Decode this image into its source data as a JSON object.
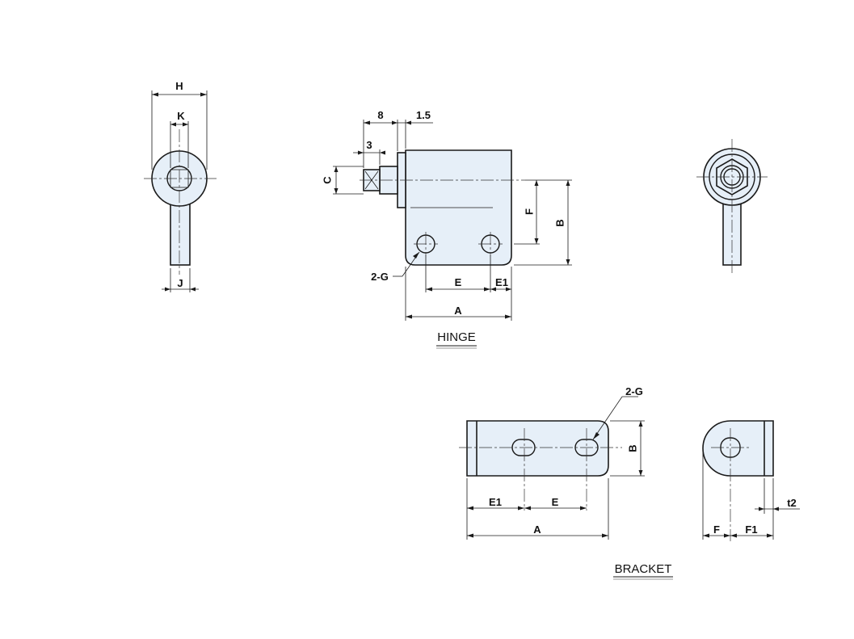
{
  "colors": {
    "part_fill": "#e6eff8",
    "line": "#1a1a1a",
    "title_underline": "#9a9a9a"
  },
  "views": {
    "hinge": {
      "title": "HINGE",
      "dims": {
        "H": "H",
        "K": "K",
        "J": "J",
        "d8": "8",
        "d15": "1.5",
        "d3": "3",
        "C": "C",
        "F": "F",
        "B": "B",
        "G": "2-G",
        "E": "E",
        "E1": "E1",
        "A": "A"
      }
    },
    "bracket": {
      "title": "BRACKET",
      "dims": {
        "G": "2-G",
        "B": "B",
        "E1": "E1",
        "E": "E",
        "A": "A",
        "F": "F",
        "F1": "F1",
        "t2": "t2"
      }
    }
  }
}
